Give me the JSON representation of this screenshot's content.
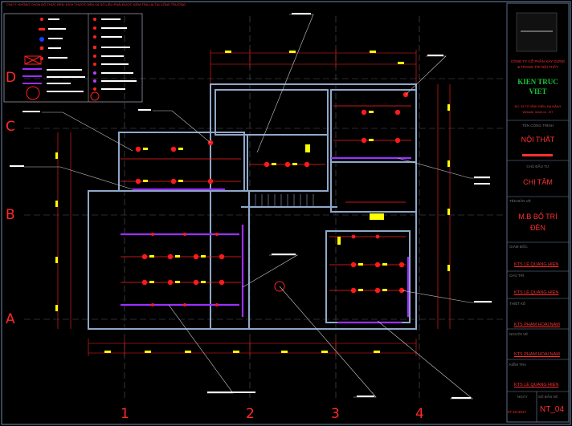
{
  "top_note": "CHÚ Ý: KHÔNG CHỌN ĐỘ THỨC ĐÈN: KÍCH THƯỚC ĐÈN VÀ SỐ LIỆU PHẢI ĐƯỢC KIỂM TRA LẠI TẠI CÔNG TRƯỜNG",
  "grid": {
    "rows": [
      "D",
      "C",
      "B",
      "A"
    ],
    "columns": [
      "1",
      "2",
      "3",
      "4"
    ]
  },
  "title_block": {
    "company_line1": "CÔNG TY CỔ PHẦN XÂY DỰNG",
    "company_line2": "& TRANG TRÍ NỘI THẤT",
    "brand_line1": "KIEN TRUC",
    "brand_line2": "VIET",
    "address_line1": "ĐC: 53 TÔ VĨNH DIỆN, ĐÀ NẴNG",
    "address_line2": "Website: ktviet.vn - ĐT",
    "project_label": "TÊN CÔNG TRÌNH",
    "project_value": "NỘI THẤT",
    "owner_label": "CHỦ ĐẦU TƯ",
    "owner_value": "CHỊ TÂM",
    "drawing_label": "TÊN BẢN VẼ",
    "drawing_value_line1": "M.B BỐ TRÍ",
    "drawing_value_line2": "ĐÈN",
    "roles": [
      {
        "label": "GIÁM ĐỐC",
        "name": "KTS LÊ QUANG HIỂN"
      },
      {
        "label": "CHỦ TRÌ",
        "name": "KTS LÊ QUANG HIỂN"
      },
      {
        "label": "THIẾT KẾ",
        "name": "KTS PHẠM HOÀI NAM"
      },
      {
        "label": "NGƯỜI VẼ",
        "name": "KTS PHẠM HOÀI NAM"
      },
      {
        "label": "KIỂM TRA",
        "name": "KTS LÊ QUANG HIỂN"
      }
    ],
    "date_label": "NGÀY",
    "date_value": "07-10-2017",
    "sheet_label": "SỐ BẢN VẼ",
    "sheet_value": "NT_04"
  },
  "colors": {
    "background": "#000000",
    "wall": "#8fa8c8",
    "dimension": "#ff2020",
    "lamp": "#ff1a1a",
    "text_tag": "#ffff00",
    "led_strip": "#9b30ff",
    "leader": "#c8c8c8"
  }
}
